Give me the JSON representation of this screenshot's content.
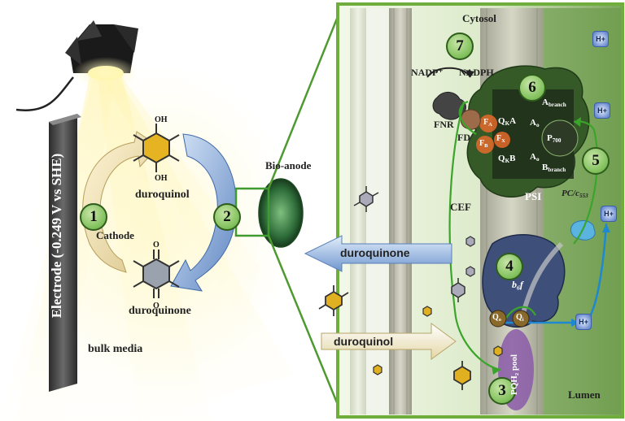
{
  "labels": {
    "electrode": "Electrode (-0.249 V vs SHE)",
    "cathode": "Cathode",
    "bulk_media": "bulk media",
    "duroquinol_top": "duroquinol",
    "duroquinone_bottom": "duroquinone",
    "bio_anode": "Bio-anode",
    "cytosol": "Cytosol",
    "lumen": "Lumen",
    "cef": "CEF",
    "psi": "PSI",
    "fnr": "FNR",
    "fd": "FD",
    "nadp": "NADP⁺",
    "nadph": "NADPH",
    "pc": "PC/c",
    "pc_sub": "553",
    "b6f": "b",
    "b6f_sub": "6",
    "b6f_end": "f",
    "pqh2_pool": "PQH₂ pool",
    "qo": "Q",
    "qo_sub": "o",
    "qi": "Q",
    "qi_sub": "i",
    "arrow_duroquinone": "duroquinone",
    "arrow_duroquinol": "duroquinol",
    "a_branch": "A",
    "a_branch_sub": "branch",
    "b_branch": "B",
    "b_branch_sub": "branch",
    "ao_top": "A",
    "ao_top_sub": "o",
    "ao_bottom": "A",
    "ao_bottom_sub": "o",
    "p700": "P",
    "p700_sub": "700",
    "qka": "Q",
    "qka_sub": "K",
    "qka_end": "A",
    "qkb": "Q",
    "qkb_sub": "K",
    "qkb_end": "B",
    "fa": "F",
    "fa_sub": "A",
    "fb": "F",
    "fb_sub": "B",
    "fx": "F",
    "fx_sub": "X",
    "hplus": "H+"
  },
  "steps": [
    "1",
    "2",
    "3",
    "4",
    "5",
    "6",
    "7"
  ],
  "colors": {
    "membrane_green": "#5f8f3a",
    "border_green": "#6fae3c",
    "psi_dark": "#223a1c",
    "quinol_yellow": "#e0b020",
    "arrow_blue": "#7fa6d8",
    "electrode_gray": "#555555"
  }
}
